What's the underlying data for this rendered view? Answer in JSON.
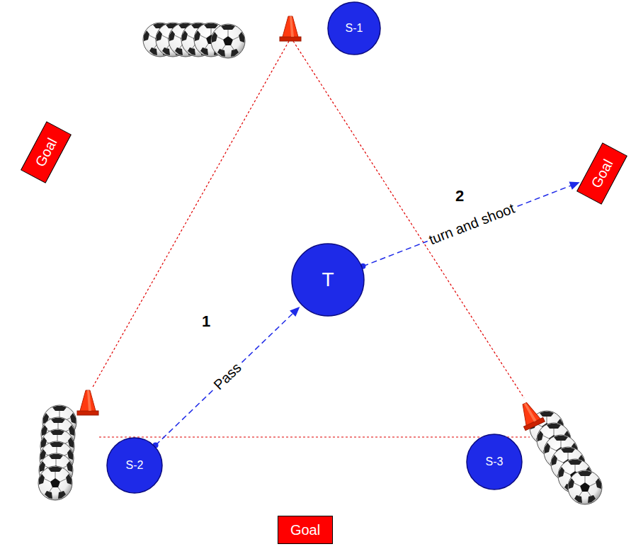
{
  "diagram": {
    "nodes": [
      {
        "text": [
          "S-1"
        ]
      },
      {
        "text": [
          "Goal"
        ]
      },
      {
        "text": [
          "Goal"
        ]
      },
      {
        "text": [
          "T"
        ]
      },
      {
        "text": [
          "S-2"
        ]
      },
      {
        "text": [
          "S-3"
        ]
      },
      {
        "text": [
          "Goal"
        ]
      }
    ],
    "edges": [
      {
        "from": 4,
        "to": 3,
        "arrow": "to",
        "label": "Pass"
      },
      {
        "from": 3,
        "to": 2,
        "arrow": "to",
        "label": "turn and shoot"
      }
    ],
    "labels": [
      "1",
      "2"
    ]
  }
}
